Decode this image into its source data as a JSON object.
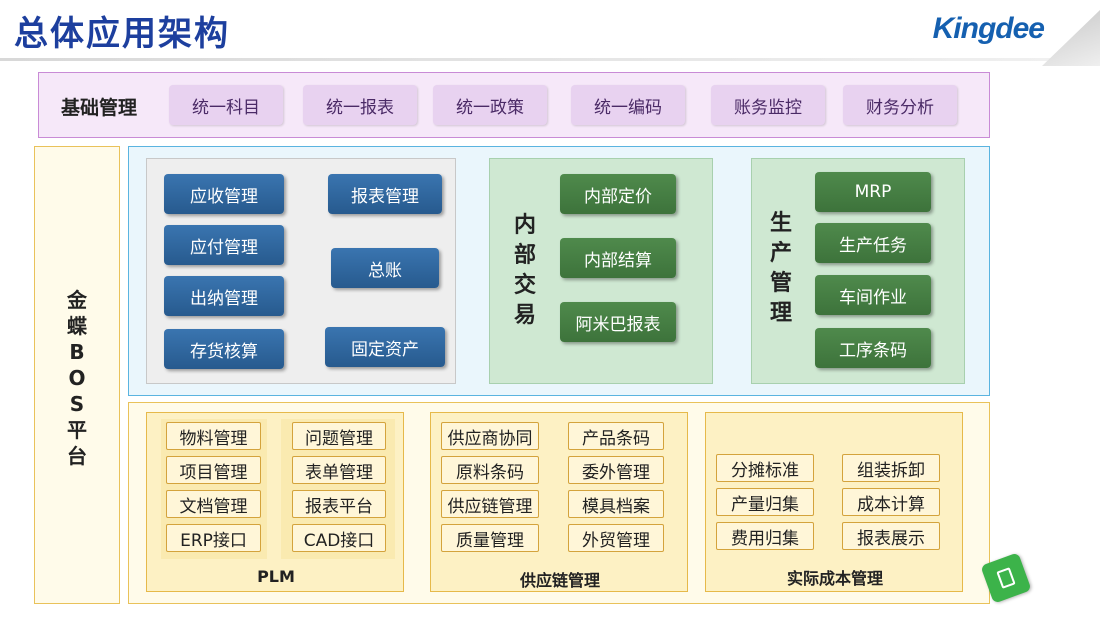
{
  "header": {
    "title": "总体应用架构",
    "brand": "Kingdee"
  },
  "base": {
    "label": "基础管理",
    "items": [
      "统一科目",
      "统一报表",
      "统一政策",
      "统一编码",
      "账务监控",
      "财务分析"
    ]
  },
  "bos": {
    "label": "金蝶BOS平台"
  },
  "finance": {
    "left": [
      "应收管理",
      "应付管理",
      "出纳管理",
      "存货核算"
    ],
    "right": [
      "报表管理",
      "总账",
      "固定资产"
    ]
  },
  "internal": {
    "title": "内部交易",
    "items": [
      "内部定价",
      "内部结算",
      "阿米巴报表"
    ]
  },
  "production": {
    "title": "生产管理",
    "items": [
      "MRP",
      "生产任务",
      "车间作业",
      "工序条码"
    ]
  },
  "plm": {
    "title": "PLM",
    "left": [
      "物料管理",
      "项目管理",
      "文档管理",
      "ERP接口"
    ],
    "right": [
      "问题管理",
      "表单管理",
      "报表平台",
      "CAD接口"
    ]
  },
  "supply": {
    "title": "供应链管理",
    "left": [
      "供应商协同",
      "原料条码",
      "供应链管理",
      "质量管理"
    ],
    "right": [
      "产品条码",
      "委外管理",
      "模具档案",
      "外贸管理"
    ]
  },
  "cost": {
    "title": "实际成本管理",
    "left": [
      "分摊标准",
      "产量归集",
      "费用归集"
    ],
    "right": [
      "组装拆卸",
      "成本计算",
      "报表展示"
    ]
  }
}
